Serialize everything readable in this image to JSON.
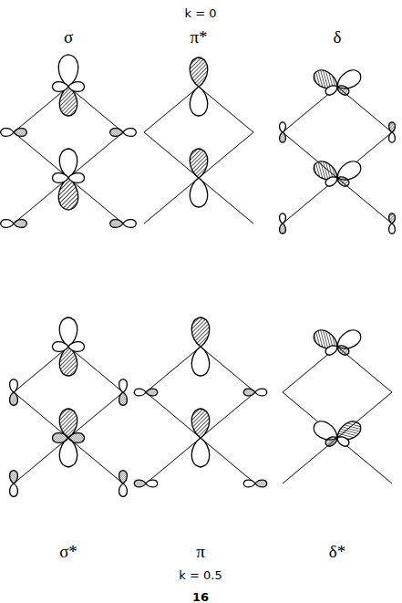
{
  "diagram": {
    "labels": [
      "k = 0",
      "σ",
      "π*",
      "δ",
      "σ*",
      "π",
      "δ*",
      "k = 0.5",
      "16"
    ]
  }
}
